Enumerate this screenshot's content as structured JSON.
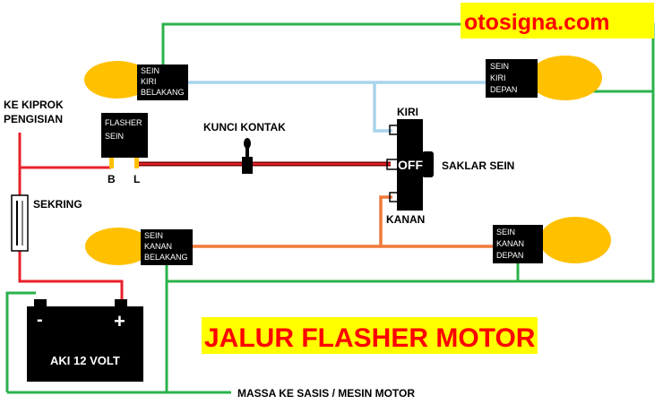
{
  "watermark": "otosigna.com",
  "title": "JALUR FLASHER MOTOR",
  "labels": {
    "kiprok_1": "KE KIPROK",
    "kiprok_2": "PENGISIAN",
    "sekring": "SEKRING",
    "flasher_1": "FLASHER",
    "flasher_2": "SEIN",
    "terminal_b": "B",
    "terminal_l": "L",
    "kunci_kontak": "KUNCI KONTAK",
    "kiri": "KIRI",
    "off": "OFF",
    "kanan": "KANAN",
    "saklar_sein": "SAKLAR SEIN",
    "aki": "AKI 12 VOLT",
    "minus": "-",
    "plus": "+",
    "massa": "MASSA KE SASIS / MESIN MOTOR"
  },
  "lamps": {
    "kiri_belakang": [
      "SEIN",
      "KIRI",
      "BELAKANG"
    ],
    "kiri_depan": [
      "SEIN",
      "KIRI",
      "DEPAN"
    ],
    "kanan_belakang": [
      "SEIN",
      "KANAN",
      "BELAKANG"
    ],
    "kanan_depan": [
      "SEIN",
      "KANAN",
      "DEPAN"
    ]
  },
  "colors": {
    "ground_wire": "#2bb24c",
    "power_wire": "#e8202a",
    "left_wire": "#a9d3ec",
    "right_wire": "#f07a3a",
    "lamp": "#ffc000",
    "highlight": "#ffff00",
    "component": "#000000"
  }
}
